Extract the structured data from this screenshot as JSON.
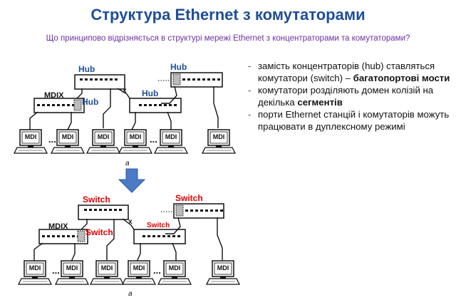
{
  "title": "Структура Ethernet з комутаторами",
  "subtitle": "Що принципово відрізняється в структурі мережі Ethernet з концентраторами та комутаторами?",
  "top_diagram": {
    "label_root": "Hub",
    "label_right": "Hub",
    "label_middle": "Hub",
    "label_left": "Hub",
    "label_mdix": "MDIX",
    "label_x": "x",
    "computer_label": "MDI",
    "caption": "a"
  },
  "bottom_diagram": {
    "label_root": "Switch",
    "label_right": "Switch",
    "label_middle": "Switch",
    "label_left": "Switch",
    "label_mdix": "MDIX",
    "label_x": "x",
    "computer_label": "MDI",
    "caption": "a"
  },
  "colors": {
    "title": "#1f4e96",
    "subtitle": "#7030a0",
    "hub_label": "#1f4e96",
    "switch_label": "#e00000",
    "arrow": "#4a7bc4"
  },
  "bullets": [
    {
      "pre": "замість концентраторів (hub) ставляться комутатори (switch) – ",
      "bold": "багатопортові мости",
      "post": ""
    },
    {
      "pre": "комутатори розділяють домен колізій на декілька ",
      "bold": "сегментів",
      "post": ""
    },
    {
      "pre": "порти Ethernet станцій і комутаторів можуть працювати в дуплексному режимі",
      "bold": "",
      "post": ""
    }
  ]
}
